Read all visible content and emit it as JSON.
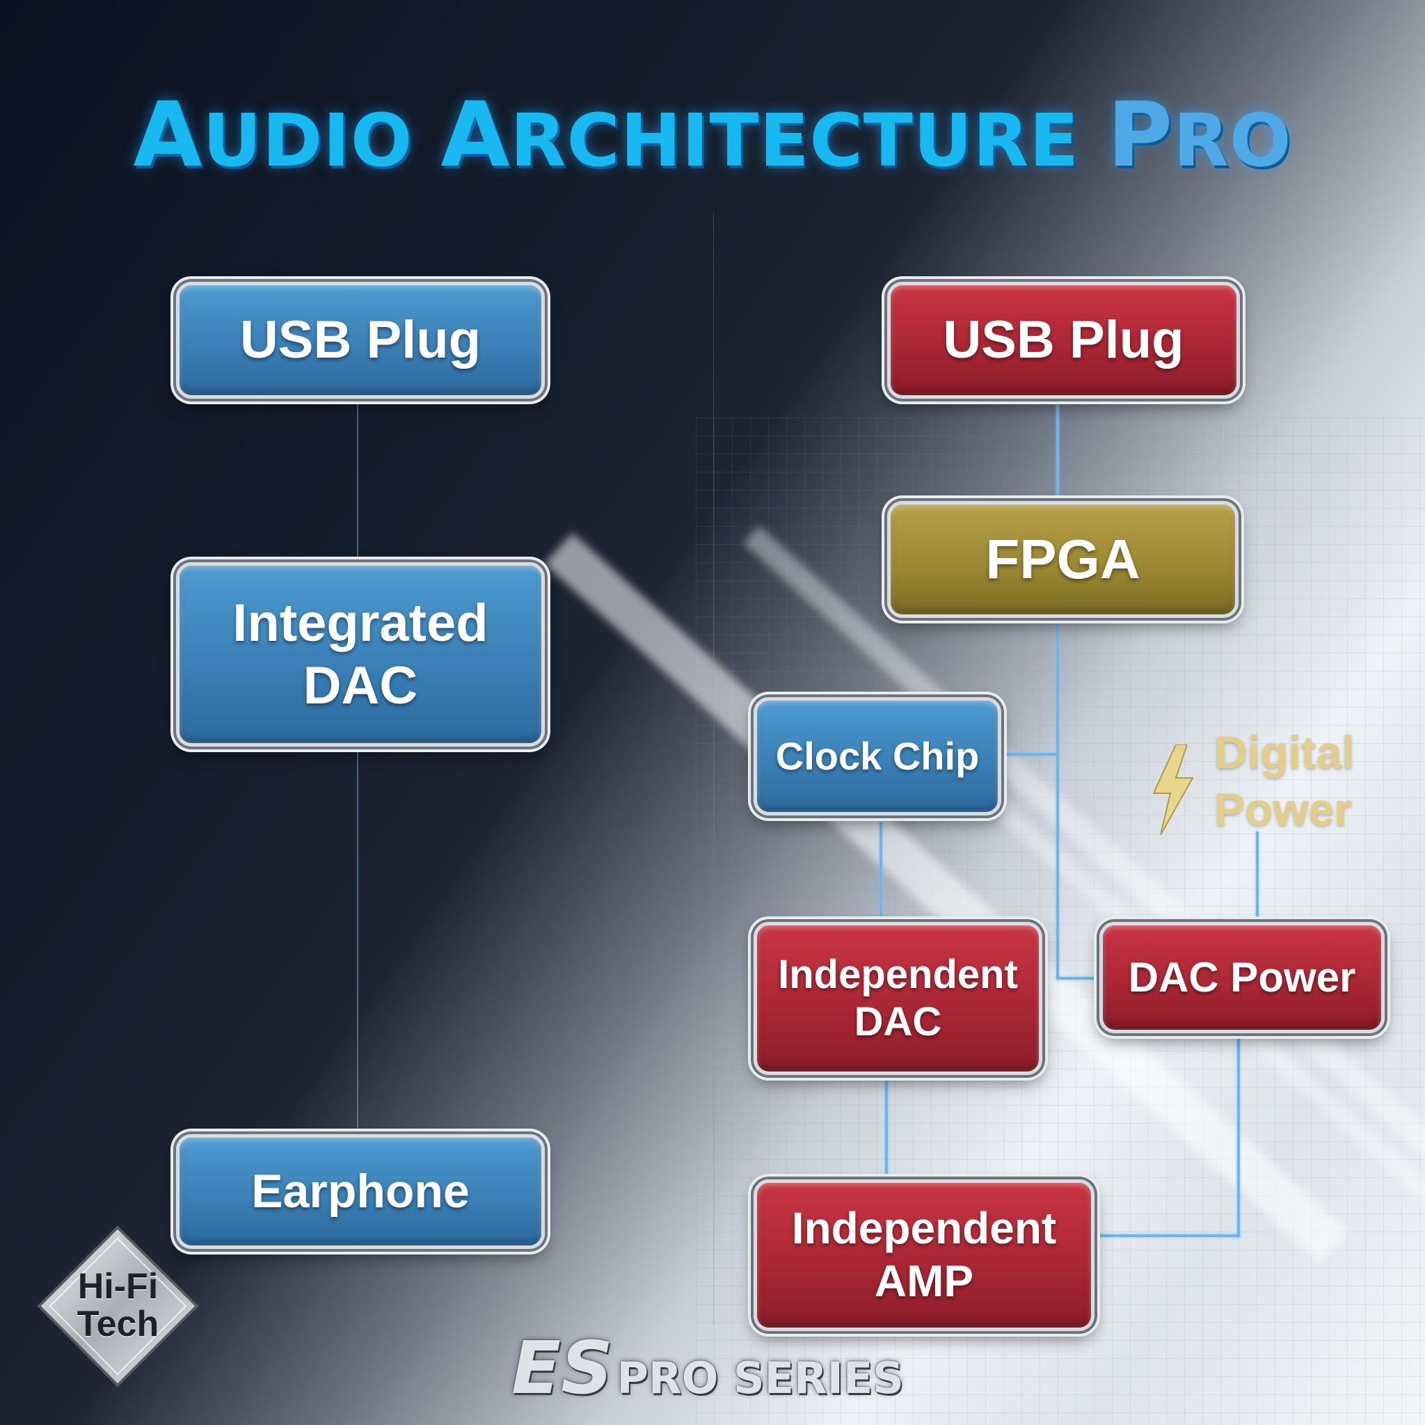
{
  "title": {
    "word1_first": "A",
    "word1_rest": "UDIO",
    "word2_first": "A",
    "word2_rest": "RCHITECTURE",
    "word3_first": "P",
    "word3_rest": "RO"
  },
  "left": {
    "usb": "USB Plug",
    "dac_line1": "Integrated",
    "dac_line2": "DAC",
    "earphone": "Earphone"
  },
  "right": {
    "usb": "USB Plug",
    "fpga": "FPGA",
    "clock": "Clock Chip",
    "dac_line1": "Independent",
    "dac_line2": "DAC",
    "dac_power": "DAC Power",
    "amp_line1": "Independent",
    "amp_line2": "AMP",
    "digital_line1": "Digital",
    "digital_line2": "Power"
  },
  "badge": {
    "line1": "Hi-Fi",
    "line2": "Tech"
  },
  "series": {
    "es": "ES",
    "rest": "PRO SERIES"
  },
  "colors": {
    "blue": "#3b80b7",
    "red": "#a82634",
    "gold": "#9a8632",
    "title": "#18b8f0",
    "note": "#e3cf8a"
  },
  "icons": {
    "power": "lightning-bolt-icon",
    "badge": "diamond-badge-icon"
  }
}
